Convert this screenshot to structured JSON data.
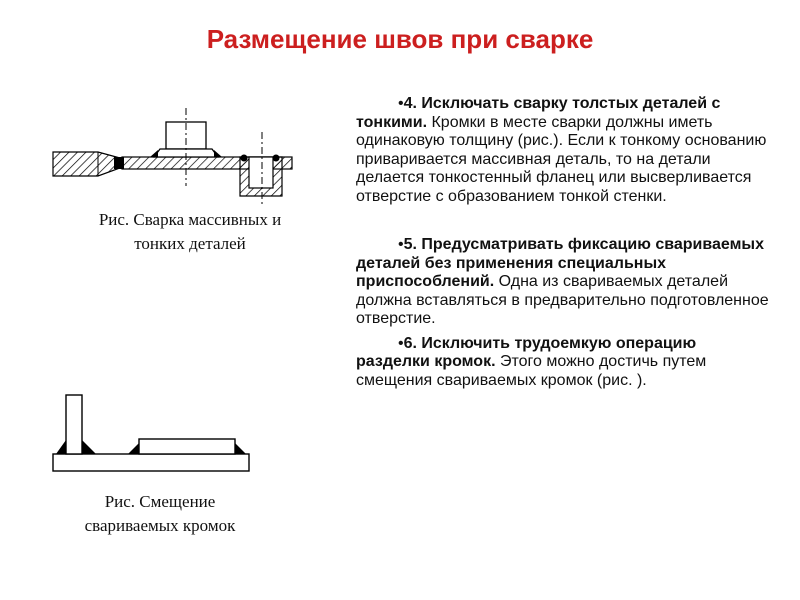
{
  "slide": {
    "title": "Размещение швов при сварке"
  },
  "figures": [
    {
      "caption_line1": "Рис.  Сварка массивных и",
      "caption_line2": "тонких деталей"
    },
    {
      "caption_line1": "Рис.  Смещение",
      "caption_line2": "свариваемых кромок"
    }
  ],
  "rules": [
    {
      "bullet": "•",
      "bold_text": "4. Исключать сварку толстых деталей с тонкими.",
      "normal_text": " Кромки в месте сварки должны иметь одинаковую толщину (рис.). Если к тонкому основанию приваривается массивная деталь, то на детали делается тонкостенный фланец или высверливается отверстие с образованием  тонкой стенки."
    },
    {
      "bullet": "•",
      "bold_text": "5. Предусматривать фиксацию свариваемых деталей без применения специальных приспособлений.",
      "normal_text": " Одна из свариваемых     деталей должна вставляться в предварительно подготовленное отверстие."
    },
    {
      "bullet": "•",
      "bold_text": "6. Исключить трудоемкую операцию разделки кромок.",
      "normal_text": " Этого можно достичь путем смещения свариваемых кромок (рис. )."
    }
  ]
}
